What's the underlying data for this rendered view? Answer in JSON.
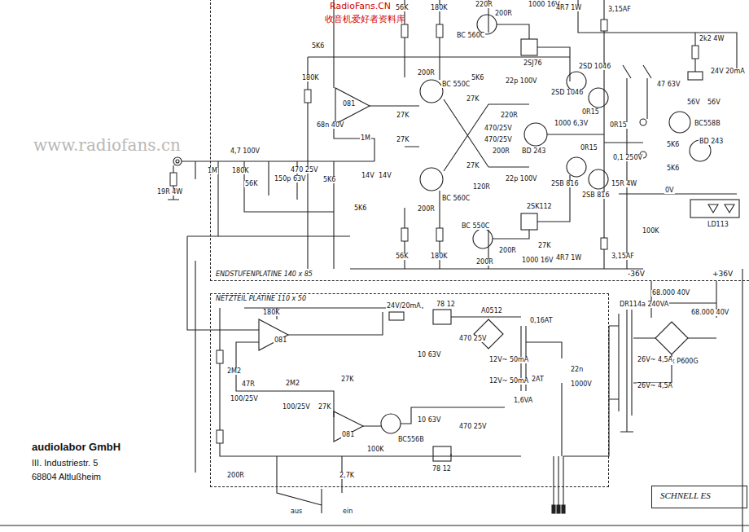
{
  "diagram": {
    "nodes": [
      {
        "text": [
          "ENDSTUFENPLATINE 140 x 85"
        ]
      },
      {
        "text": [
          "NETZTEIL PLATINE 110 x 50"
        ]
      },
      {
        "text": [
          "SCHNELL ES"
        ]
      }
    ],
    "labels": [
      "RadioFans.CN",
      "收音机爱好者资料库",
      "56K",
      "180K",
      "220R",
      "200R",
      "1000 16V",
      "4R7 1W",
      "3,15AF",
      "BC 560C",
      "2SJ76",
      "5K6",
      "2k2 4W",
      "24V 20mA",
      "180K",
      "200R",
      "BC 550C",
      "5K6",
      "22p 100V",
      "2SD 1046",
      "2SD 1046",
      "47 63V",
      "56V",
      "56V",
      "081",
      "27K",
      "27K",
      "220R",
      "470/25V",
      "470/25V",
      "BD 243",
      "1000 6,3V",
      "0R15",
      "0R15",
      "0R15",
      "BC558B",
      "BD 243",
      "5K6",
      "5K6",
      "68n 40V",
      "1M",
      "27K",
      "27K",
      "200R",
      "2SB 816",
      "2SB 816",
      "0,1 250V",
      "15R 4W",
      "0V",
      "LD113",
      "4,7 100V",
      "1M",
      "180K",
      "56K",
      "150p 63V",
      "470 25V",
      "5K6",
      "14V",
      "14V",
      "19R 4W",
      "BC 560C",
      "22p 100V",
      "120R",
      "5K6",
      "200R",
      "2SK112",
      "BC 550C",
      "100K",
      "200R",
      "27K",
      "1000 16V",
      "56K",
      "180K",
      "200R",
      "4R7 1W",
      "3,15AF",
      "-36V",
      "+36V",
      "180K",
      "081",
      "2M2",
      "24V/20mA",
      "78 12",
      "470 25V",
      "10 63V",
      "A0512",
      "12V~ 50mA",
      "0,16AT",
      "12V~ 50mA",
      "2AT",
      "22n",
      "1000V",
      "DR114a 240VA",
      "68.000 40V",
      "68.000 40V",
      "4x P600G",
      "26V~ 4,5A",
      "26V~ 4,5A",
      "47R",
      "100/25V",
      "2M2",
      "27K",
      "100/25V",
      "27K",
      "081",
      "BC556B",
      "100K",
      "10 63V",
      "470 25V",
      "78 12",
      "1,6VA",
      "200R",
      "2,7K",
      "aus",
      "ein",
      "audiolabor GmbH",
      "III. Industriestr. 5",
      "68804 Altlußheim",
      "www.radiofans.cn"
    ]
  }
}
